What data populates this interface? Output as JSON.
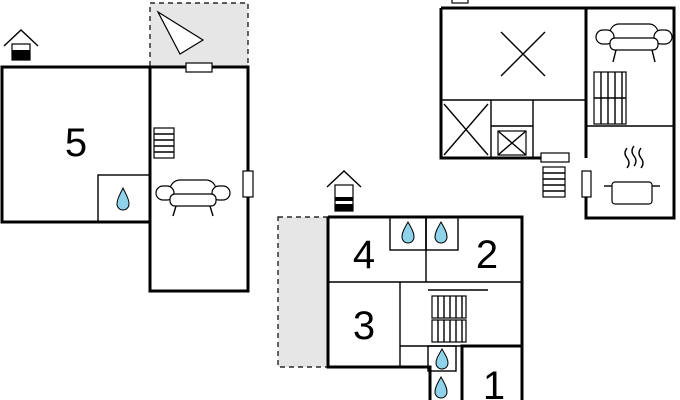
{
  "plan": {
    "rooms": [
      {
        "id": "room-5",
        "label": "5"
      },
      {
        "id": "room-4",
        "label": "4"
      },
      {
        "id": "room-2",
        "label": "2"
      },
      {
        "id": "room-3",
        "label": "3"
      },
      {
        "id": "room-1",
        "label": "1"
      }
    ],
    "icons": [
      "house-entrance-icon",
      "sofa-icon",
      "stairs-icon",
      "water-drop-icon",
      "cooking-pot-icon",
      "skylight-cross-icon",
      "terrace-icon"
    ],
    "colors": {
      "wall": "#000000",
      "terrace": "#e6e6e6",
      "water": "#8fd3ea"
    }
  }
}
